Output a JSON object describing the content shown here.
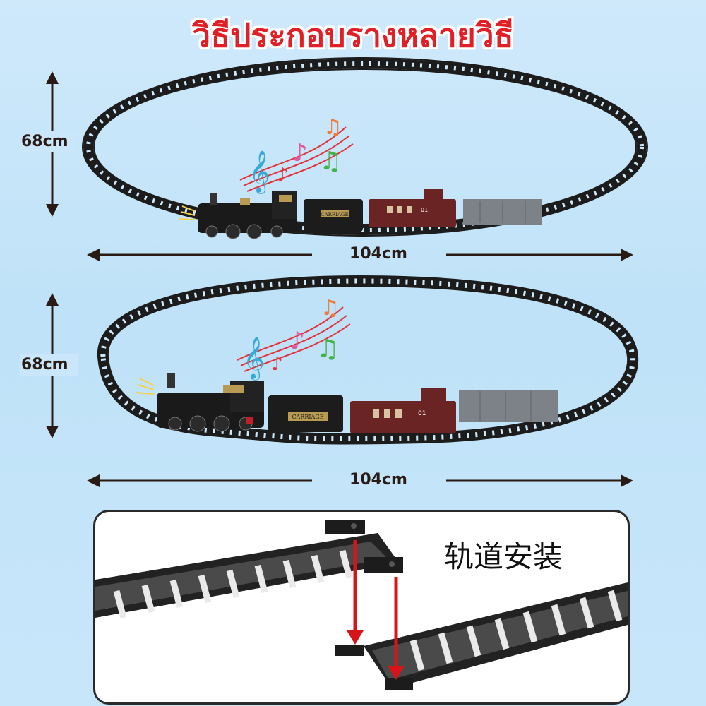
{
  "title": "วิธีประกอบรางหลายวิธี",
  "layouts": [
    {
      "height_label": "68cm",
      "width_label": "104cm"
    },
    {
      "height_label": "68cm",
      "width_label": "104cm"
    }
  ],
  "train": {
    "tender_plate": "CARRIAGE",
    "caboose_number": "01"
  },
  "install_panel": {
    "label": "轨道安装"
  },
  "colors": {
    "title": "#e01f26",
    "track": "#1c1c1c",
    "caboose": "#6b2424",
    "freight_car": "#7d8288",
    "arrow": "#d8141b",
    "dimension": "#2a1a14"
  }
}
